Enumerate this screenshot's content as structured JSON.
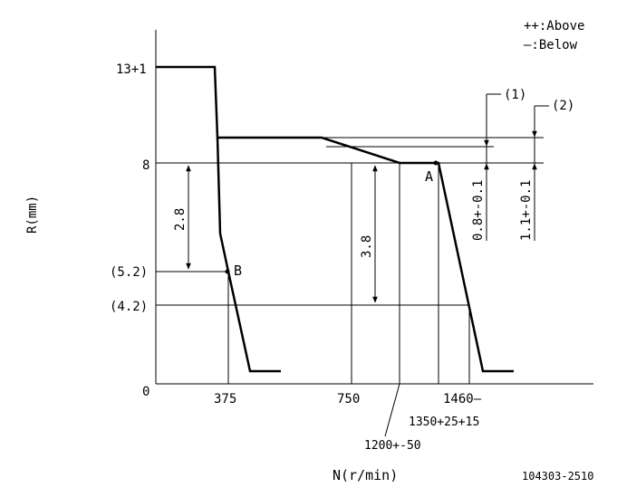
{
  "legend": {
    "above": "++:Above",
    "below": "—:Below"
  },
  "axes": {
    "y_label": "R(mm)",
    "x_label": "N(r/min)",
    "origin": "0"
  },
  "y_ticks": {
    "top": "13+1",
    "mid": "8",
    "b_level": "(5.2)",
    "low": "(4.2)"
  },
  "x_ticks": {
    "t375": "375",
    "t750": "750",
    "t1460": "1460—",
    "t1350": "1350+25+15",
    "t1200": "1200+-50"
  },
  "points": {
    "a": "A",
    "b": "B"
  },
  "dimensions": {
    "d28": "2.8",
    "d38": "3.8",
    "d08": "0.8+-0.1",
    "d11": "1.1+-0.1",
    "note1": "(1)",
    "note2": "(2)"
  },
  "drawing_code": "104303-2510"
}
